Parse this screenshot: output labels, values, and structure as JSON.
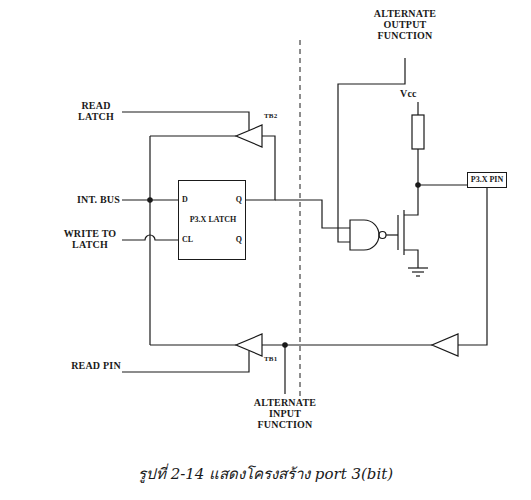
{
  "diagram": {
    "caption": "รูปที่ 2-14 แสดงโครงสร้าง port 3(bit)",
    "nodes": [
      {
        "text": [
          "P3.X LATCH",
          "D",
          "Q",
          "CL",
          "Q̄"
        ]
      },
      {
        "text": [
          "P3.X PIN"
        ]
      }
    ],
    "labels": [
      "ALTERNATE OUTPUT FUNCTION",
      "READ LATCH",
      "TB2",
      "Vcc",
      "INT. BUS",
      "WRITE TO LATCH",
      "READ PIN",
      "TB1",
      "ALTERNATE INPUT FUNCTION"
    ]
  }
}
